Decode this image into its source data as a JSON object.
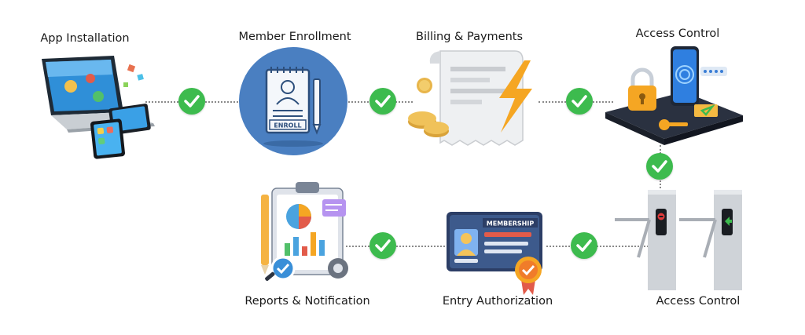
{
  "steps": {
    "app_installation": "App Installation",
    "member_enrollment": "Member Enrollment",
    "billing_payments": "Billing & Payments",
    "access_control_top": "Access Control",
    "access_control_bottom": "Access Control",
    "entry_authorization": "Entry Authorization",
    "reports_notification": "Reports & Notification"
  },
  "badges": {
    "enroll": "ENROLL",
    "membership": "MEMBERSHIP"
  },
  "colors": {
    "check": "#3dbb4e",
    "enroll_circle": "#4a7fc1",
    "lightning": "#f5a623",
    "coin": "#d9a33a"
  }
}
